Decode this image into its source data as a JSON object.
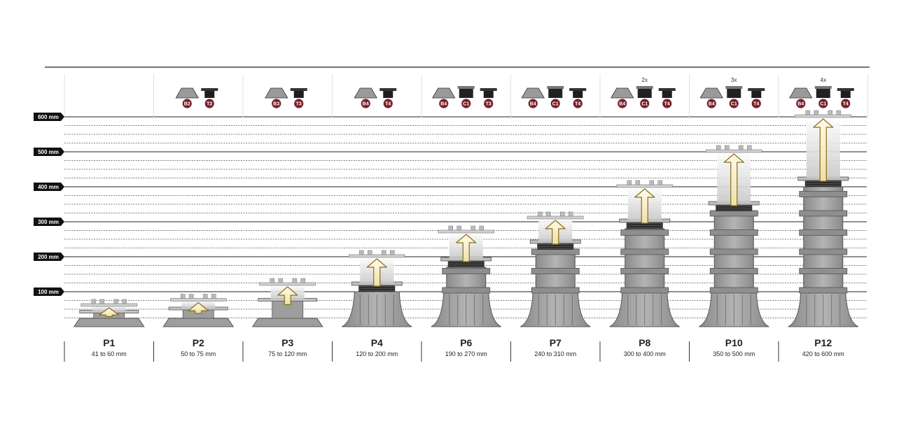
{
  "diagram": {
    "y_axis": {
      "unit": "mm",
      "ticks": [
        {
          "value": 100,
          "label": "100 mm"
        },
        {
          "value": 200,
          "label": "200 mm"
        },
        {
          "value": 300,
          "label": "300 mm"
        },
        {
          "value": 400,
          "label": "400 mm"
        },
        {
          "value": 500,
          "label": "500 mm"
        },
        {
          "value": 600,
          "label": "600 mm"
        }
      ],
      "minor_step": 25,
      "max": 600
    },
    "colors": {
      "pedestal": "#9e9e9e",
      "pedestal_dark": "#555555",
      "thread": "#2b2b2b",
      "arrow": "#f7ecc4",
      "badge": "#7a1f2b",
      "axis_label_bg": "#111111"
    },
    "products": [
      {
        "name": "P1",
        "range": "41 to 60 mm",
        "min": 41,
        "max": 60,
        "parts": []
      },
      {
        "name": "P2",
        "range": "50 to 75 mm",
        "min": 50,
        "max": 75,
        "parts": [
          {
            "code": "B2",
            "mult": ""
          },
          {
            "code": "T2",
            "mult": ""
          }
        ]
      },
      {
        "name": "P3",
        "range": "75 to 120 mm",
        "min": 75,
        "max": 120,
        "parts": [
          {
            "code": "B3",
            "mult": ""
          },
          {
            "code": "T3",
            "mult": ""
          }
        ]
      },
      {
        "name": "P4",
        "range": "120 to 200 mm",
        "min": 120,
        "max": 200,
        "parts": [
          {
            "code": "B4",
            "mult": ""
          },
          {
            "code": "T4",
            "mult": ""
          }
        ]
      },
      {
        "name": "P6",
        "range": "190 to 270 mm",
        "min": 190,
        "max": 270,
        "parts": [
          {
            "code": "B4",
            "mult": ""
          },
          {
            "code": "C1",
            "mult": ""
          },
          {
            "code": "T3",
            "mult": ""
          }
        ]
      },
      {
        "name": "P7",
        "range": "240 to 310 mm",
        "min": 240,
        "max": 310,
        "parts": [
          {
            "code": "B4",
            "mult": ""
          },
          {
            "code": "C1",
            "mult": ""
          },
          {
            "code": "T4",
            "mult": ""
          }
        ]
      },
      {
        "name": "P8",
        "range": "300 to 400 mm",
        "min": 300,
        "max": 400,
        "parts": [
          {
            "code": "B4",
            "mult": ""
          },
          {
            "code": "C1",
            "mult": "2x"
          },
          {
            "code": "T4",
            "mult": ""
          }
        ]
      },
      {
        "name": "P10",
        "range": "350 to 500 mm",
        "min": 350,
        "max": 500,
        "parts": [
          {
            "code": "B4",
            "mult": ""
          },
          {
            "code": "C1",
            "mult": "3x"
          },
          {
            "code": "T4",
            "mult": ""
          }
        ]
      },
      {
        "name": "P12",
        "range": "420 to 600 mm",
        "min": 420,
        "max": 600,
        "parts": [
          {
            "code": "B4",
            "mult": ""
          },
          {
            "code": "C1",
            "mult": "4x"
          },
          {
            "code": "T4",
            "mult": ""
          }
        ]
      }
    ]
  }
}
